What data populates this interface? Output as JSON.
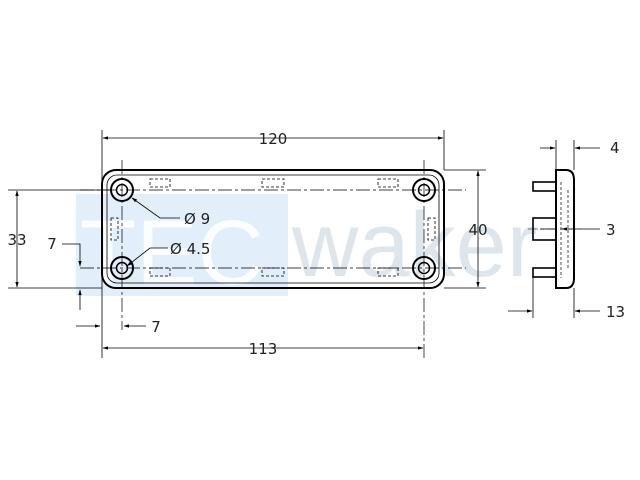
{
  "watermark": {
    "part1": "TEC",
    "part2": "waker"
  },
  "front_view": {
    "overall_width": "120",
    "hole_pitch": "113",
    "height": "40",
    "hole_vertical_pitch": "33",
    "edge_offset_vertical": "7",
    "edge_offset_horizontal": "7",
    "outer_diameter": "Ø 9",
    "inner_diameter": "Ø 4.5"
  },
  "side_view": {
    "plate_thickness": "4",
    "pin_length": "13",
    "center_offset": "3"
  }
}
